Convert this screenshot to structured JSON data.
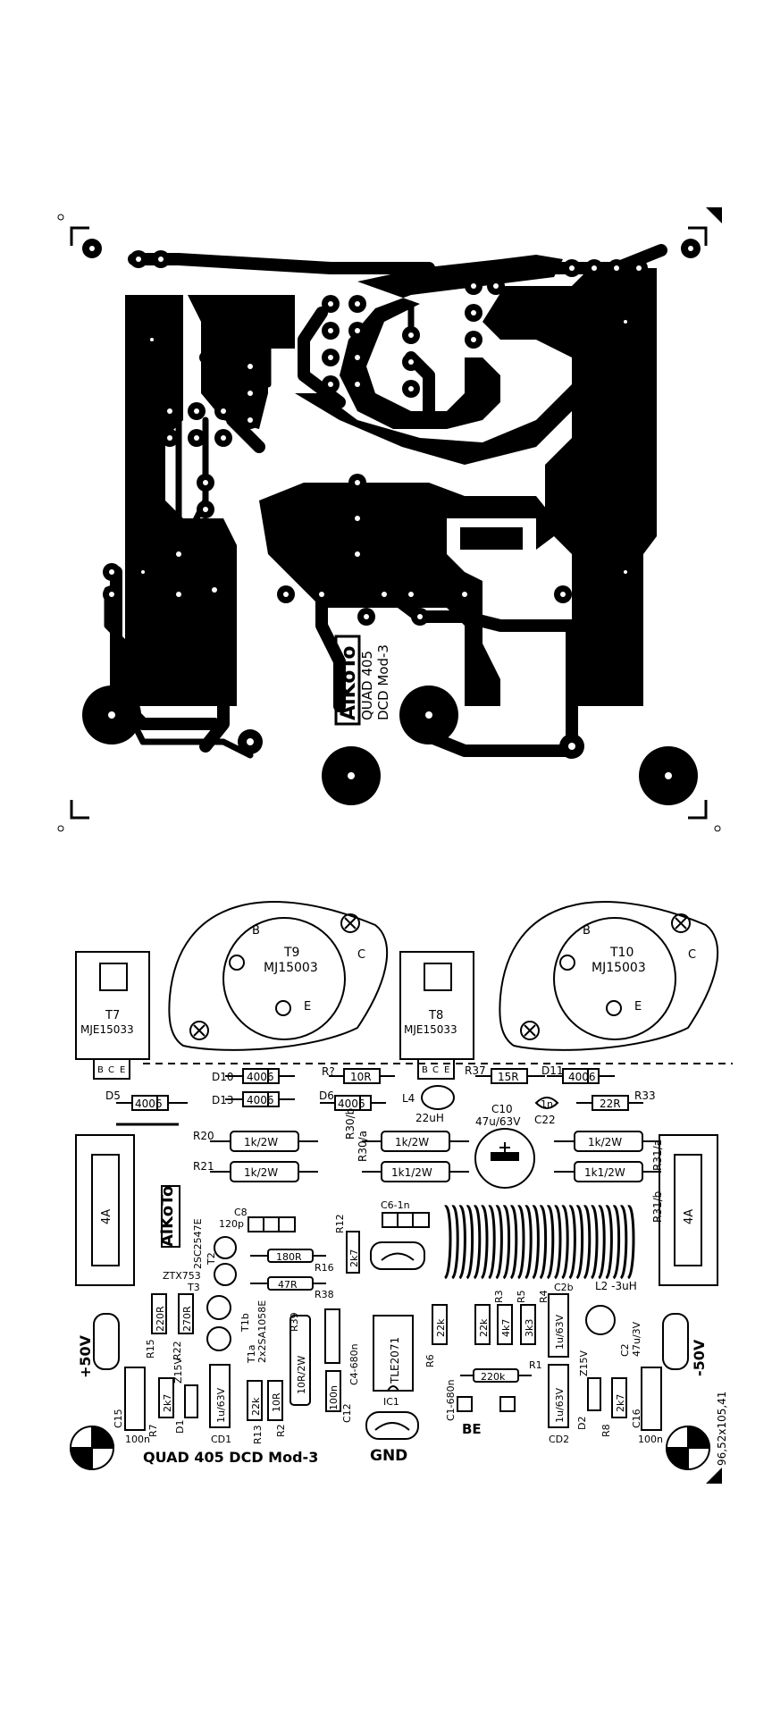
{
  "board": {
    "logo": "AlKoTo",
    "product": "QUAD 405",
    "variant": "DCD Mod-3",
    "title": "QUAD 405 DCD Mod-3",
    "dimensions": "96,52x105,41",
    "gnd": "GND",
    "plus50": "+50V",
    "minus50": "-50V",
    "be": "BE"
  },
  "transistors": {
    "t9": {
      "name": "T9",
      "part": "MJ15003",
      "b": "B",
      "c": "C",
      "e": "E"
    },
    "t10": {
      "name": "T10",
      "part": "MJ15003",
      "b": "B",
      "c": "C",
      "e": "E"
    },
    "t7": {
      "name": "T7",
      "part": "MJE15033",
      "pins": [
        "B",
        "C",
        "E"
      ]
    },
    "t8": {
      "name": "T8",
      "part": "MJE15033",
      "pins": [
        "B",
        "C",
        "E"
      ]
    },
    "t2": "2SC2547E",
    "t2lbl": "T2",
    "t3": "T3",
    "zt": "ZTX753",
    "t1": "2x2SA1058E",
    "t1a": "T1a",
    "t1b": "T1b"
  },
  "parts": {
    "d10": {
      "ref": "D10",
      "val": "4006"
    },
    "d13": {
      "ref": "D13",
      "val": "4006"
    },
    "d5": {
      "ref": "D5",
      "val": "4006"
    },
    "d6": {
      "ref": "D6",
      "val": "4006"
    },
    "d11": {
      "ref": "D11",
      "val": "4006"
    },
    "r7": {
      "ref": "R?",
      "val": "10R"
    },
    "r37": {
      "ref": "R37",
      "val": "15R"
    },
    "r33": {
      "ref": "R33",
      "val": "22R"
    },
    "l4": {
      "ref": "L4",
      "val": "22uH"
    },
    "c10": {
      "ref": "C10",
      "val": "47u/63V"
    },
    "c22": {
      "ref": "C22",
      "val": "1n"
    },
    "r20": {
      "ref": "R20",
      "val": "1k/2W"
    },
    "r21": {
      "ref": "R21",
      "val": "1k/2W"
    },
    "r30a": {
      "ref": "R30/a",
      "val": "1k/2W"
    },
    "r30b": {
      "ref": "R30/b",
      "val": "1k1/2W"
    },
    "r31a": {
      "ref": "R31/a",
      "val": "1k/2W"
    },
    "r31b": {
      "ref": "R31/b",
      "val": "1k1/2W"
    },
    "c8": {
      "ref": "C8",
      "val": "120p"
    },
    "r12": {
      "ref": "R12",
      "val": "2k7"
    },
    "c6": {
      "ref": "C6-1n"
    },
    "r16": {
      "ref": "R16",
      "val": "180R"
    },
    "r38": {
      "ref": "R38",
      "val": "47R"
    },
    "r15": {
      "ref": "R15",
      "val": "220R"
    },
    "r22": {
      "ref": "R22",
      "val": "270R"
    },
    "r39": {
      "ref": "R39",
      "val": "10R/2W"
    },
    "c4": {
      "ref": "C4-680n"
    },
    "ic1": {
      "ref": "IC1",
      "val": "TLE2071"
    },
    "r6": {
      "ref": "R6",
      "val": "22k"
    },
    "r3": {
      "ref": "R3",
      "val": "22k"
    },
    "r5": {
      "ref": "R5",
      "val": "4k7"
    },
    "r4": {
      "ref": "R4",
      "val": "3k3"
    },
    "c2b": {
      "ref": "C2b",
      "val": "1u/63V"
    },
    "c2": {
      "ref": "C2",
      "val": "47u/3V"
    },
    "l2": {
      "ref": "L2 -3uH"
    },
    "r1": {
      "ref": "R1",
      "val": "220k"
    },
    "c1": {
      "ref": "C1-680n"
    },
    "r7b": {
      "ref": "R7",
      "val": "2k7"
    },
    "z1": {
      "ref": "Z15V"
    },
    "d1": {
      "ref": "D1"
    },
    "cd1": {
      "ref": "CD1",
      "val": "1u/63V"
    },
    "r13": {
      "ref": "R13",
      "val": "22k"
    },
    "r2": {
      "ref": "R2",
      "val": "10R"
    },
    "c12": {
      "ref": "C12",
      "val": "100n"
    },
    "c15": {
      "ref": "C15",
      "val": "100n"
    },
    "c16": {
      "ref": "C16",
      "val": "100n"
    },
    "cd2": {
      "ref": "CD2",
      "val": "1u/63V"
    },
    "z2": {
      "ref": "Z15V"
    },
    "d2": {
      "ref": "D2"
    },
    "r8": {
      "ref": "R8",
      "val": "2k7"
    },
    "f1": "4A",
    "f2": "4A"
  },
  "colors": {
    "ink": "#000000",
    "paper": "#ffffff"
  }
}
